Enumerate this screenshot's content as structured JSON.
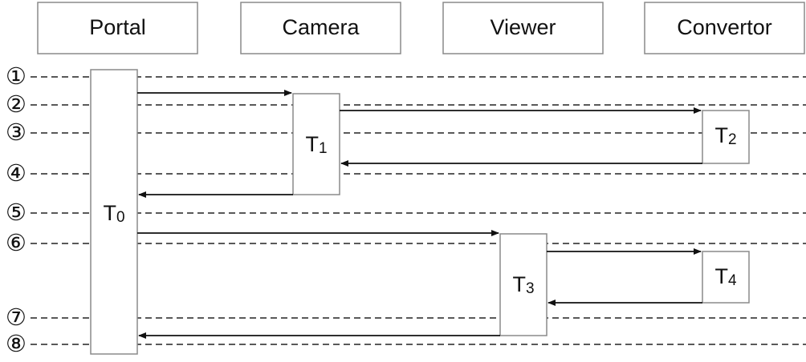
{
  "headers": [
    "Portal",
    "Camera",
    "Viewer",
    "Convertor"
  ],
  "steps": [
    "①",
    "②",
    "③",
    "④",
    "⑤",
    "⑥",
    "⑦",
    "⑧"
  ],
  "tasks": [
    {
      "label": "T",
      "sub": "0"
    },
    {
      "label": "T",
      "sub": "1"
    },
    {
      "label": "T",
      "sub": "2"
    },
    {
      "label": "T",
      "sub": "3"
    },
    {
      "label": "T",
      "sub": "4"
    }
  ]
}
